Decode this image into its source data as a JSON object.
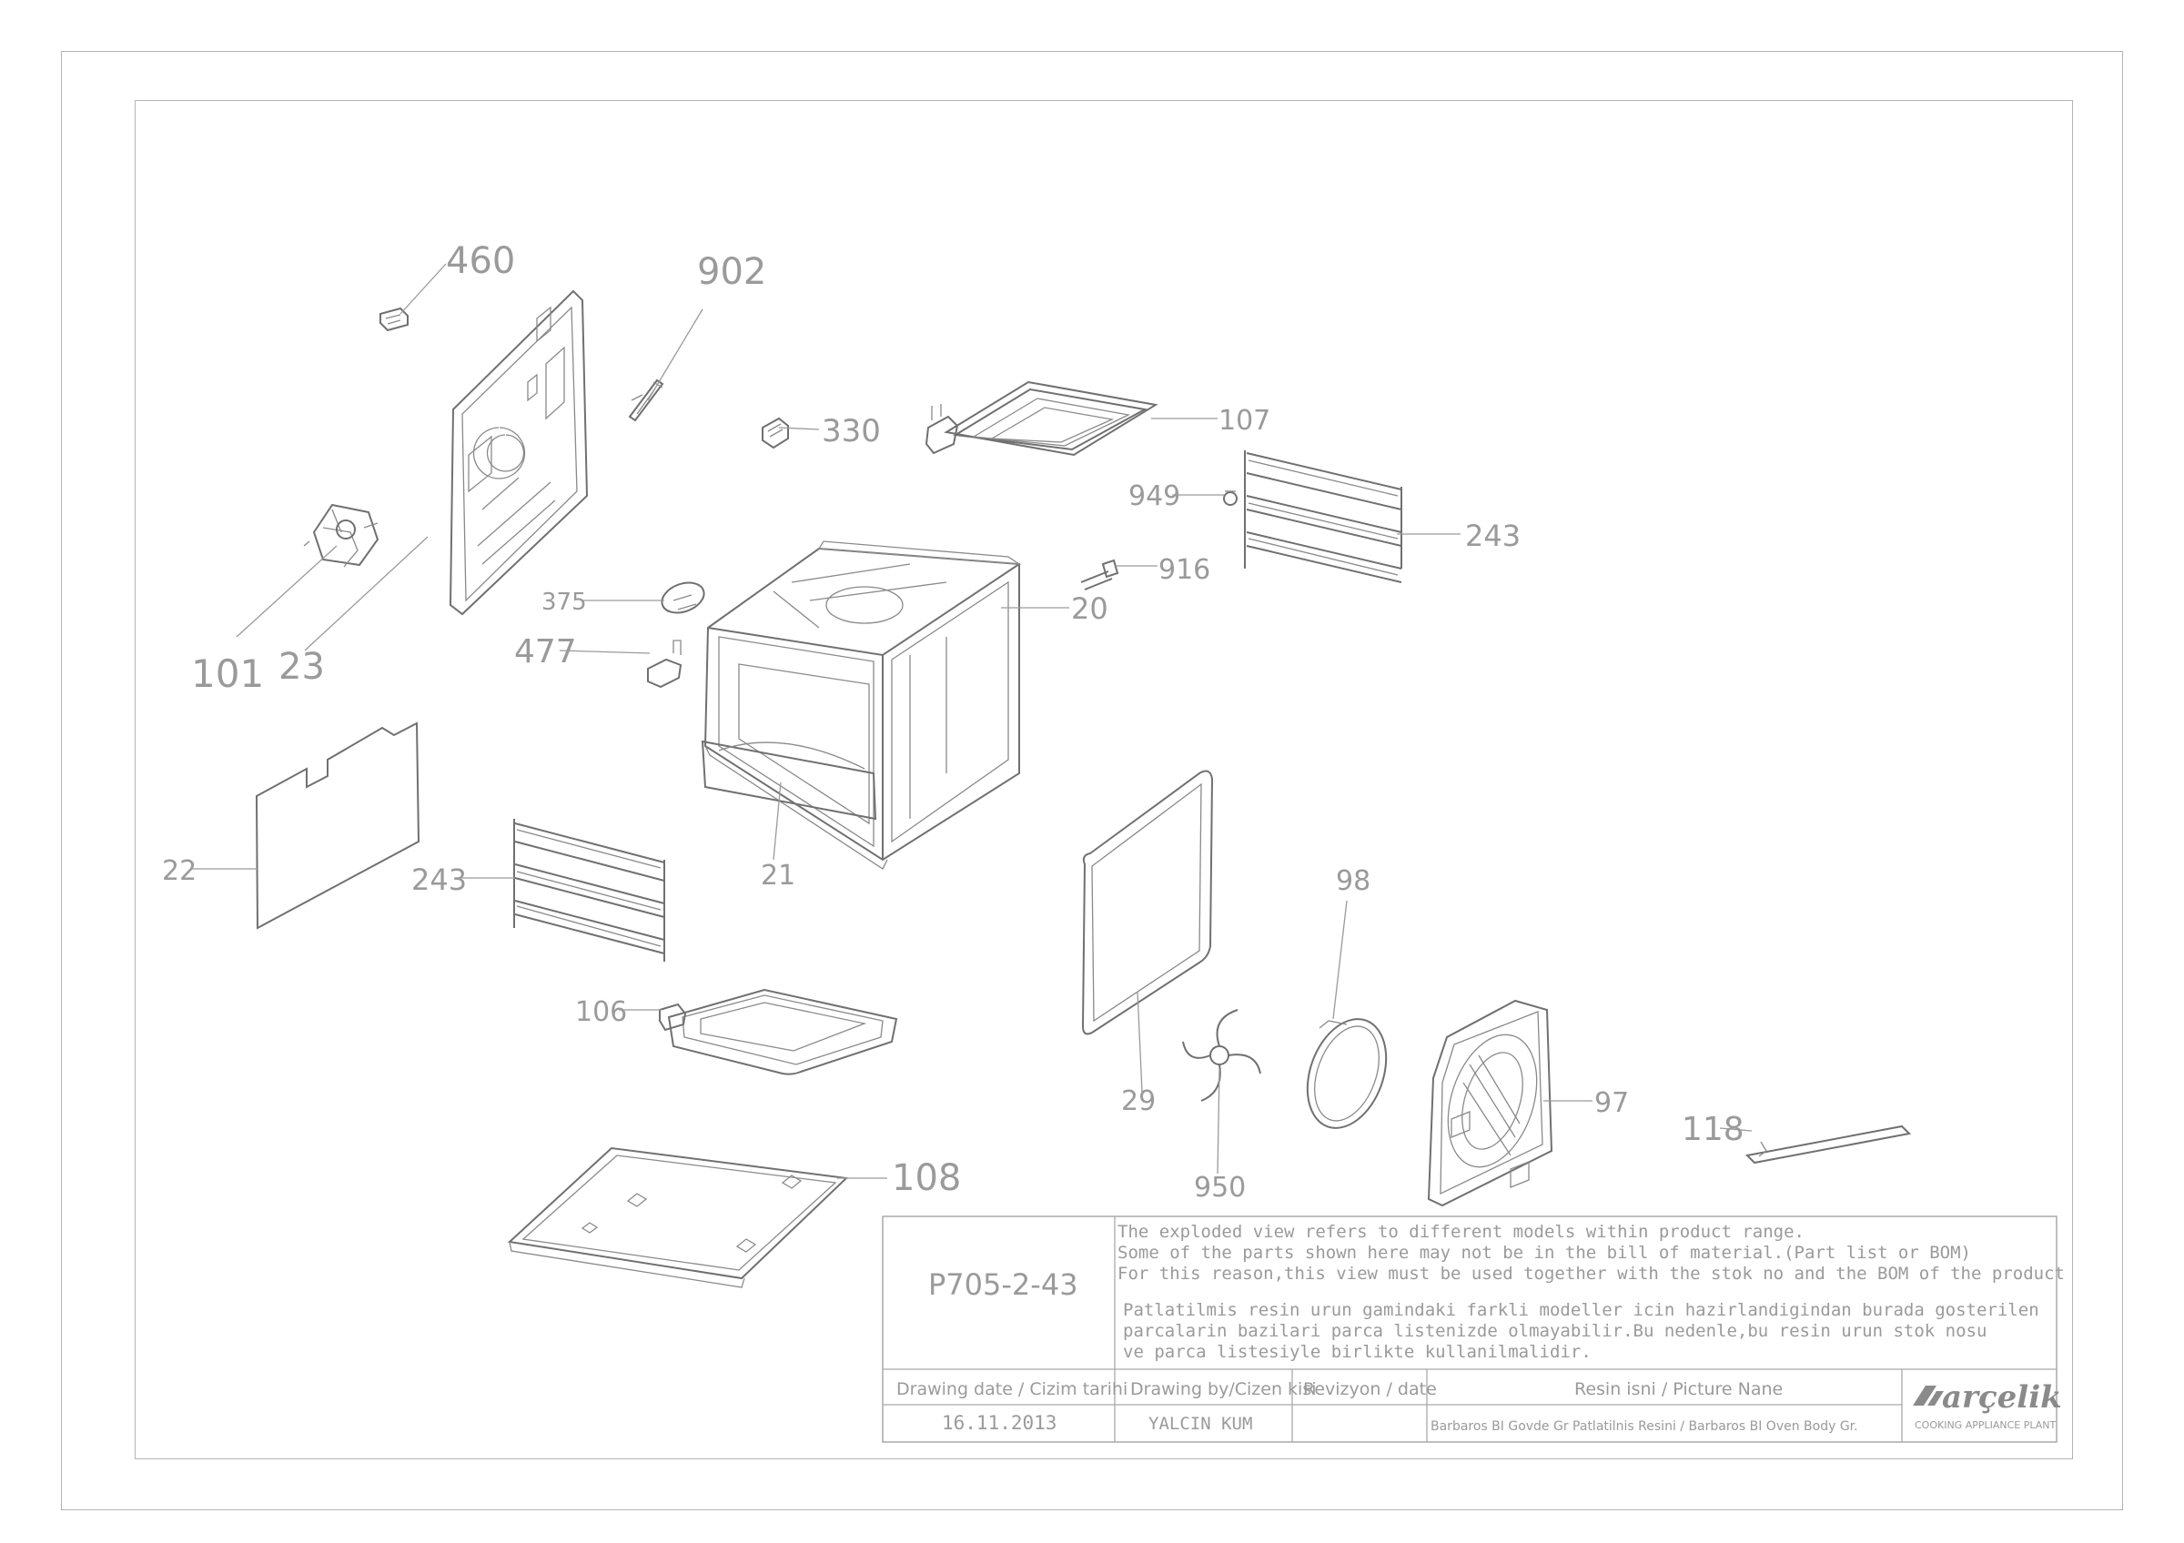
{
  "callouts": {
    "c460": "460",
    "c902": "902",
    "c330": "330",
    "c107": "107",
    "c949": "949",
    "c243a": "243",
    "c916": "916",
    "c20": "20",
    "c375": "375",
    "c477": "477",
    "c101": "101",
    "c23": "23",
    "c22": "22",
    "c243b": "243",
    "c21": "21",
    "c106": "106",
    "c98": "98",
    "c29": "29",
    "c950": "950",
    "c97": "97",
    "c118": "118",
    "c108": "108"
  },
  "title_block": {
    "drawing_no": "P705-2-43",
    "note_en": [
      "The exploded view refers to different models within product range.",
      "Some of the parts shown here may not be in the bill of material.(Part list or BOM)",
      "For this reason,this view must be used together with the stok no and the BOM of the product"
    ],
    "note_tr": [
      "Patlatilmis resin urun gamindaki farkli modeller icin hazirlandigindan burada gosterilen",
      "parcalarin bazilari parca listenizde olmayabilir.Bu nedenle,bu resin urun stok nosu",
      "ve parca listesiyle birlikte kullanilmalidir."
    ],
    "date_header": "Drawing date / Cizim tarihi",
    "by_header": "Drawing by/Cizen kisi",
    "rev_header": "Revizyon / date",
    "name_header": "Resin isni / Picture Nane",
    "date_value": "16.11.2013",
    "by_value": "YALCIN KUM",
    "rev_value": "",
    "name_value": "Barbaros BI Govde Gr Patlatilnis Resini / Barbaros BI Oven Body Gr.",
    "logo_text": "arçelik",
    "logo_sub": "COOKING APPLIANCE PLANT"
  }
}
